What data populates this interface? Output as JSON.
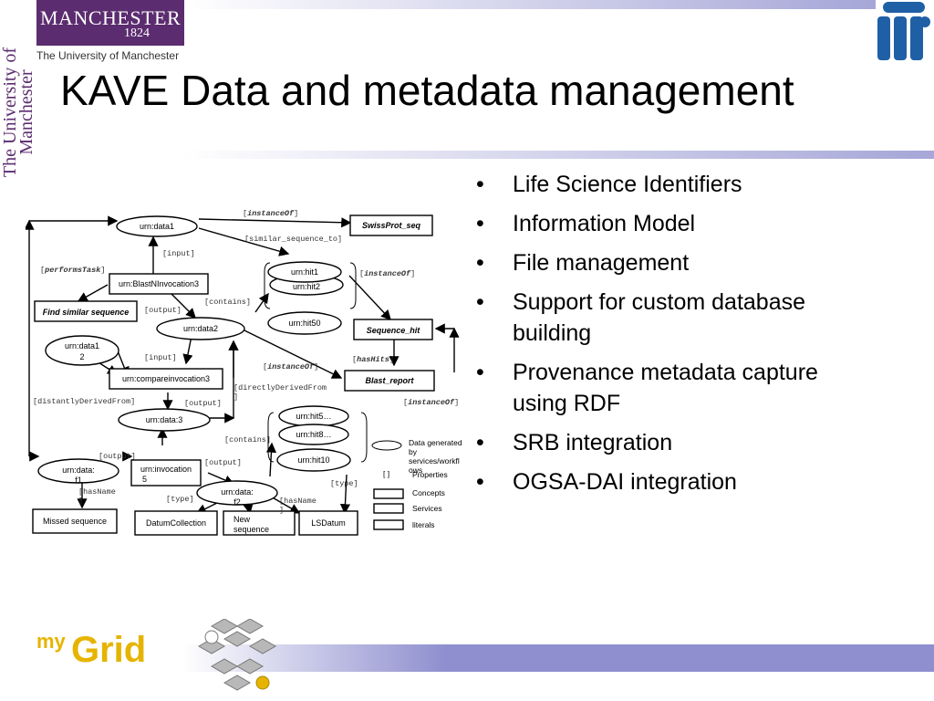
{
  "slide": {
    "title": "KAVE Data and metadata management",
    "logo": {
      "name": "MANCHESTER",
      "year": "1824",
      "subtitle": "The University of Manchester",
      "vertical": "The University of Manchester"
    },
    "bullets": [
      "Life Science Identifiers",
      "Information Model",
      "File management",
      "Support for custom database building",
      "Provenance metadata capture using RDF",
      "SRB integration",
      "OGSA-DAI integration"
    ],
    "footer": {
      "my": "my",
      "grid": "Grid"
    }
  },
  "diagram": {
    "nodes": {
      "data1": "urn:data1",
      "swissprot": "SwissProt_seq",
      "blast_inv": "urn:BlastNInvocation3",
      "find_similar": "Find similar sequence",
      "hit1": "urn:hit1",
      "hit2": "urn:hit2",
      "hit50": "urn:hit50",
      "data2": "urn:data2",
      "sequence_hit": "Sequence_hit",
      "data12_a": "urn:data1",
      "data12_b": "2",
      "compare_inv": "urn:compareinvocation3",
      "blast_report": "Blast_report",
      "data3": "urn:data:3",
      "hit5": "urn:hit5…",
      "hit8": "urn:hit8…",
      "hit10": "urn:hit10",
      "dataf1_a": "urn:data:",
      "dataf1_b": "f1",
      "inv5_a": "urn:invocation",
      "inv5_b": "5",
      "dataf2_a": "urn:data:",
      "dataf2_b": "f2",
      "missed": "Missed sequence",
      "datum_collection": "DatumCollection",
      "new_seq_a": "New",
      "new_seq_b": "sequence",
      "lsdatum": "LSDatum"
    },
    "edges": {
      "instanceof": "instanceOf",
      "similar_to": "[similar_sequence_to]",
      "input1": "[input]",
      "performs_task": "performsTask",
      "contains1": "[contains]",
      "output1": "[output]",
      "input2": "[input]",
      "has_hits": "hasHits",
      "directly_derived": "[directlyDerivedFrom",
      "directly_derived_end": "]",
      "distantly_derived": "[distantlyDerivedFrom]",
      "output2": "[output]",
      "contains2": "[contains]",
      "output3": "[output]",
      "output4": "[output]",
      "has_name1": "[hasName",
      "has_name1_end": "]",
      "type1": "[type]",
      "has_name2": "[hasName",
      "has_name2_end": "]",
      "type2": "[type]"
    },
    "legend": {
      "data_generated": [
        "Data generated",
        "by",
        "services/workfl",
        "ows"
      ],
      "properties_marker": "[ ]",
      "properties": "Properties",
      "concepts": "Concepts",
      "services": "Services",
      "literals": "literals"
    }
  }
}
